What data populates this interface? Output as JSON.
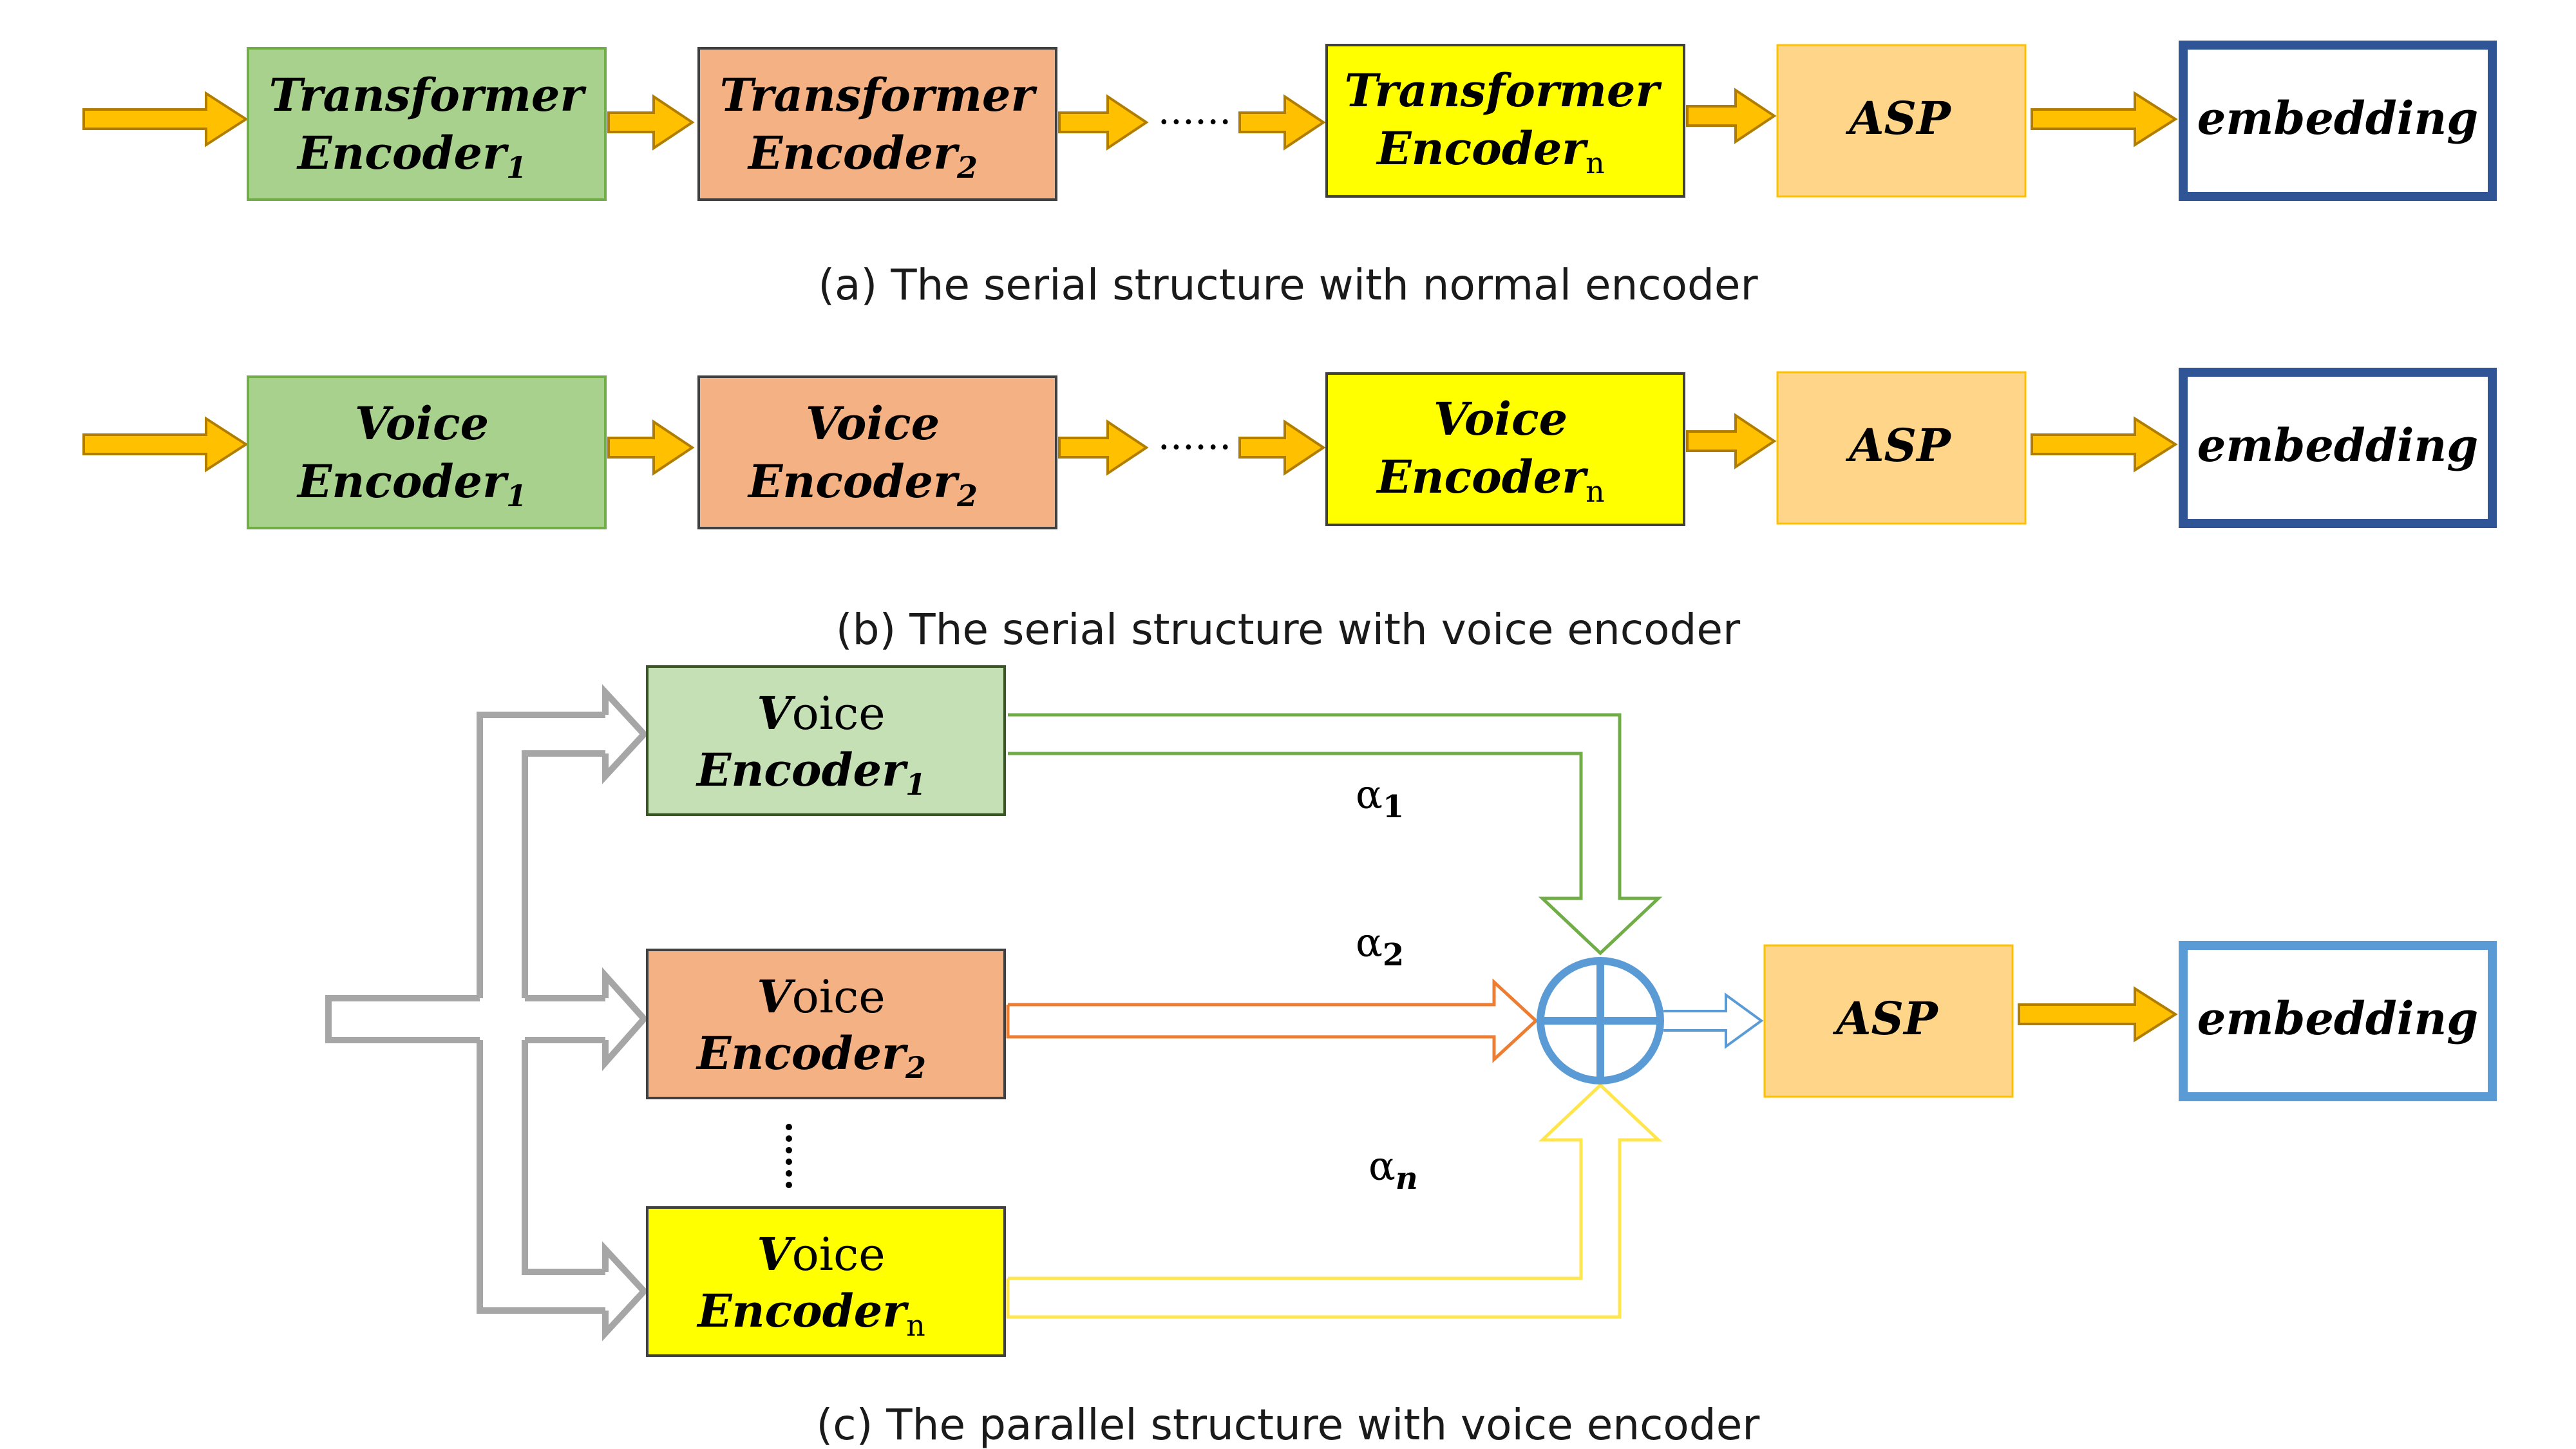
{
  "colors": {
    "green": "#a9d18e",
    "orange": "#f4b183",
    "yellow": "#ffff00",
    "asp": "#ffd58a",
    "embed_dark": "#2f5597",
    "embed_light": "#5b9bd5",
    "arrow_fill": "#ffc000",
    "arrow_stroke": "#b07d00",
    "gray": "#a6a6a6",
    "sum_blue": "#5b9bd5",
    "c_green": "#c5e0b4",
    "c_orange_line": "#ed7d31",
    "c_green_line": "#70ad47",
    "c_yellow_line": "#ffe64d"
  },
  "a": {
    "enc1_line1": "Transformer",
    "enc1_line2": "Encoder",
    "enc1_sub": "1",
    "enc2_line1": "Transformer",
    "enc2_line2": "Encoder",
    "enc2_sub": "2",
    "encn_line1": "Transformer",
    "encn_line2": "Encoder",
    "encn_sub": "n",
    "ellipsis": "......",
    "asp": "ASP",
    "embedding": "embedding",
    "caption": "(a) The serial structure with normal encoder"
  },
  "b": {
    "enc1_line1": "Voice",
    "enc1_line2": "Encoder",
    "enc1_sub": "1",
    "enc2_line1": "Voice",
    "enc2_line2": "Encoder",
    "enc2_sub": "2",
    "encn_line1": "Voice",
    "encn_line2": "Encoder",
    "encn_sub": "n",
    "ellipsis": "......",
    "asp": "ASP",
    "embedding": "embedding",
    "caption": "(b) The serial structure with voice encoder"
  },
  "c": {
    "enc1_v": "V",
    "enc1_oice": "oice",
    "enc1_line2": "Encoder",
    "enc1_sub": "1",
    "enc2_v": "V",
    "enc2_oice": "oice",
    "enc2_line2": "Encoder",
    "enc2_sub": "2",
    "encn_v": "V",
    "encn_oice": "oice",
    "encn_line2": "Encoder",
    "encn_sub": "n",
    "alpha1": "α",
    "alpha1_sub": "1",
    "alpha2": "α",
    "alpha2_sub": "2",
    "alphan": "α",
    "alphan_sub": "n",
    "asp": "ASP",
    "embedding": "embedding",
    "caption": "(c) The parallel structure with voice encoder"
  }
}
